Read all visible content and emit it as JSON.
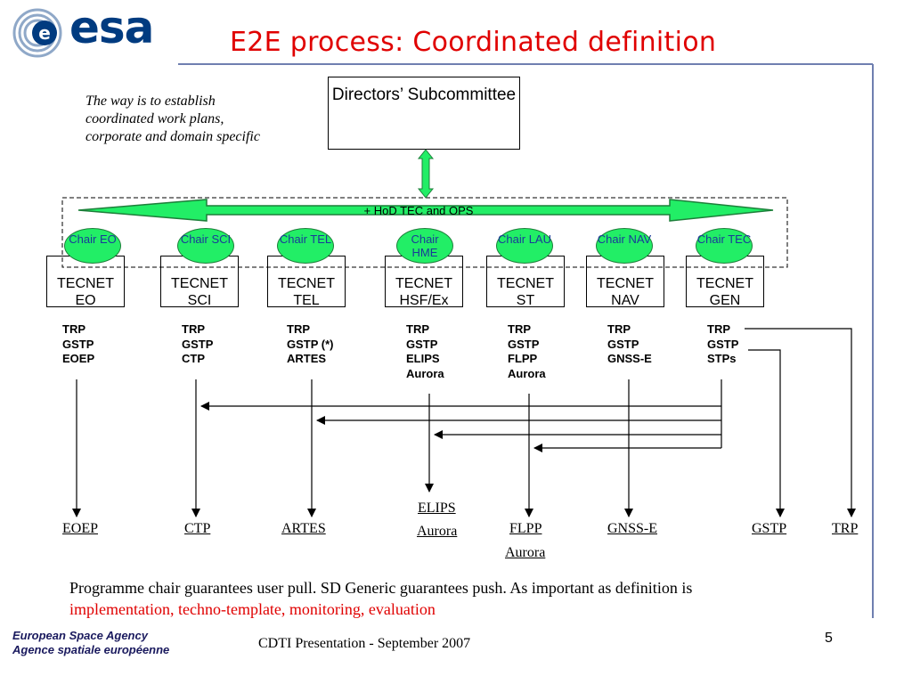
{
  "header": {
    "logo_text": "esa",
    "title": "E2E process: Coordinated definition"
  },
  "intro_text": "The way is to establish coordinated work plans, corporate and domain specific",
  "directors_box": "Directors’ Subcommittee",
  "hod_label": "+ HoD TEC and OPS",
  "columns": [
    {
      "chair": "Chair EO",
      "tecnet": "TECNET EO",
      "items": [
        "TRP",
        "GSTP",
        "EOEP"
      ]
    },
    {
      "chair": "Chair SCI",
      "tecnet": "TECNET SCI",
      "items": [
        "TRP",
        "GSTP",
        "CTP"
      ]
    },
    {
      "chair": "Chair TEL",
      "tecnet": "TECNET TEL",
      "items": [
        "TRP",
        "GSTP (*)",
        "ARTES"
      ]
    },
    {
      "chair": "Chair HME",
      "tecnet": "TECNET HSF/Ex",
      "items": [
        "TRP",
        "GSTP",
        "ELIPS",
        "Aurora"
      ]
    },
    {
      "chair": "Chair LAU",
      "tecnet": "TECNET ST",
      "items": [
        "TRP",
        "GSTP",
        "FLPP",
        "Aurora"
      ]
    },
    {
      "chair": "Chair NAV",
      "tecnet": "TECNET NAV",
      "items": [
        "TRP",
        "GSTP",
        "GNSS-E"
      ]
    },
    {
      "chair": "Chair TEC",
      "tecnet": "TECNET GEN",
      "items": [
        "TRP",
        "GSTP",
        "STPs"
      ]
    }
  ],
  "destinations": [
    {
      "id": "eoep",
      "label": "EOEP"
    },
    {
      "id": "ctp",
      "label": "CTP"
    },
    {
      "id": "artes",
      "label": "ARTES"
    },
    {
      "id": "elips",
      "label": "ELIPS",
      "sub": "Aurora"
    },
    {
      "id": "flpp",
      "label": "FLPP",
      "sub": "Aurora"
    },
    {
      "id": "gnsse",
      "label": "GNSS-E"
    },
    {
      "id": "gstp",
      "label": "GSTP"
    },
    {
      "id": "trp",
      "label": "TRP"
    }
  ],
  "footer": {
    "line1": "Programme chair guarantees user pull. SD Generic guarantees push. As important as definition is",
    "line2": "implementation, techno-template, monitoring, evaluation",
    "presentation": "CDTI Presentation - September  2007",
    "page_number": "5",
    "agency_en": "European Space Agency",
    "agency_fr": "Agence spatiale européenne"
  },
  "colors": {
    "title": "#e00000",
    "arrow_fill": "#22ee66",
    "logo": "#003b80",
    "frame": "#6f7fb0"
  }
}
